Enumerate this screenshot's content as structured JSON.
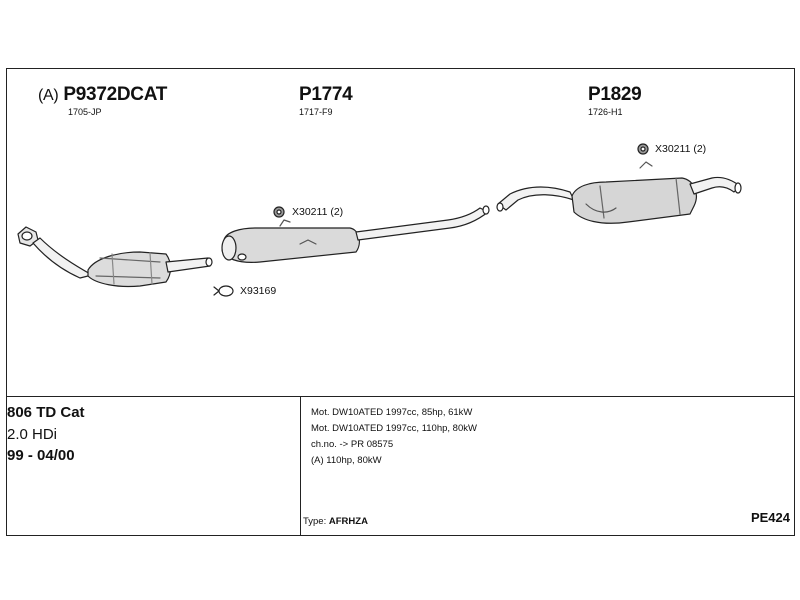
{
  "parts": [
    {
      "prefix": "(A)",
      "number": "P9372DCAT",
      "code": "1705-JP"
    },
    {
      "number": "P1774",
      "code": "1717-F9"
    },
    {
      "number": "P1829",
      "code": "1726-H1"
    }
  ],
  "callouts": [
    {
      "label": "X30211 (2)"
    },
    {
      "label": "X30211 (2)"
    },
    {
      "label": "X93169"
    }
  ],
  "vehicle": {
    "model": "806 TD Cat",
    "engine": "2.0 HDi",
    "years": "99 - 04/00"
  },
  "notes": [
    "Mot. DW10ATED 1997cc, 85hp, 61kW",
    "Mot. DW10ATED 1997cc, 110hp, 80kW",
    "ch.no. -> PR 08575",
    "(A) 110hp, 80kW"
  ],
  "type": {
    "label": "Type:",
    "value": "AFRHZA"
  },
  "reference": "PE424"
}
